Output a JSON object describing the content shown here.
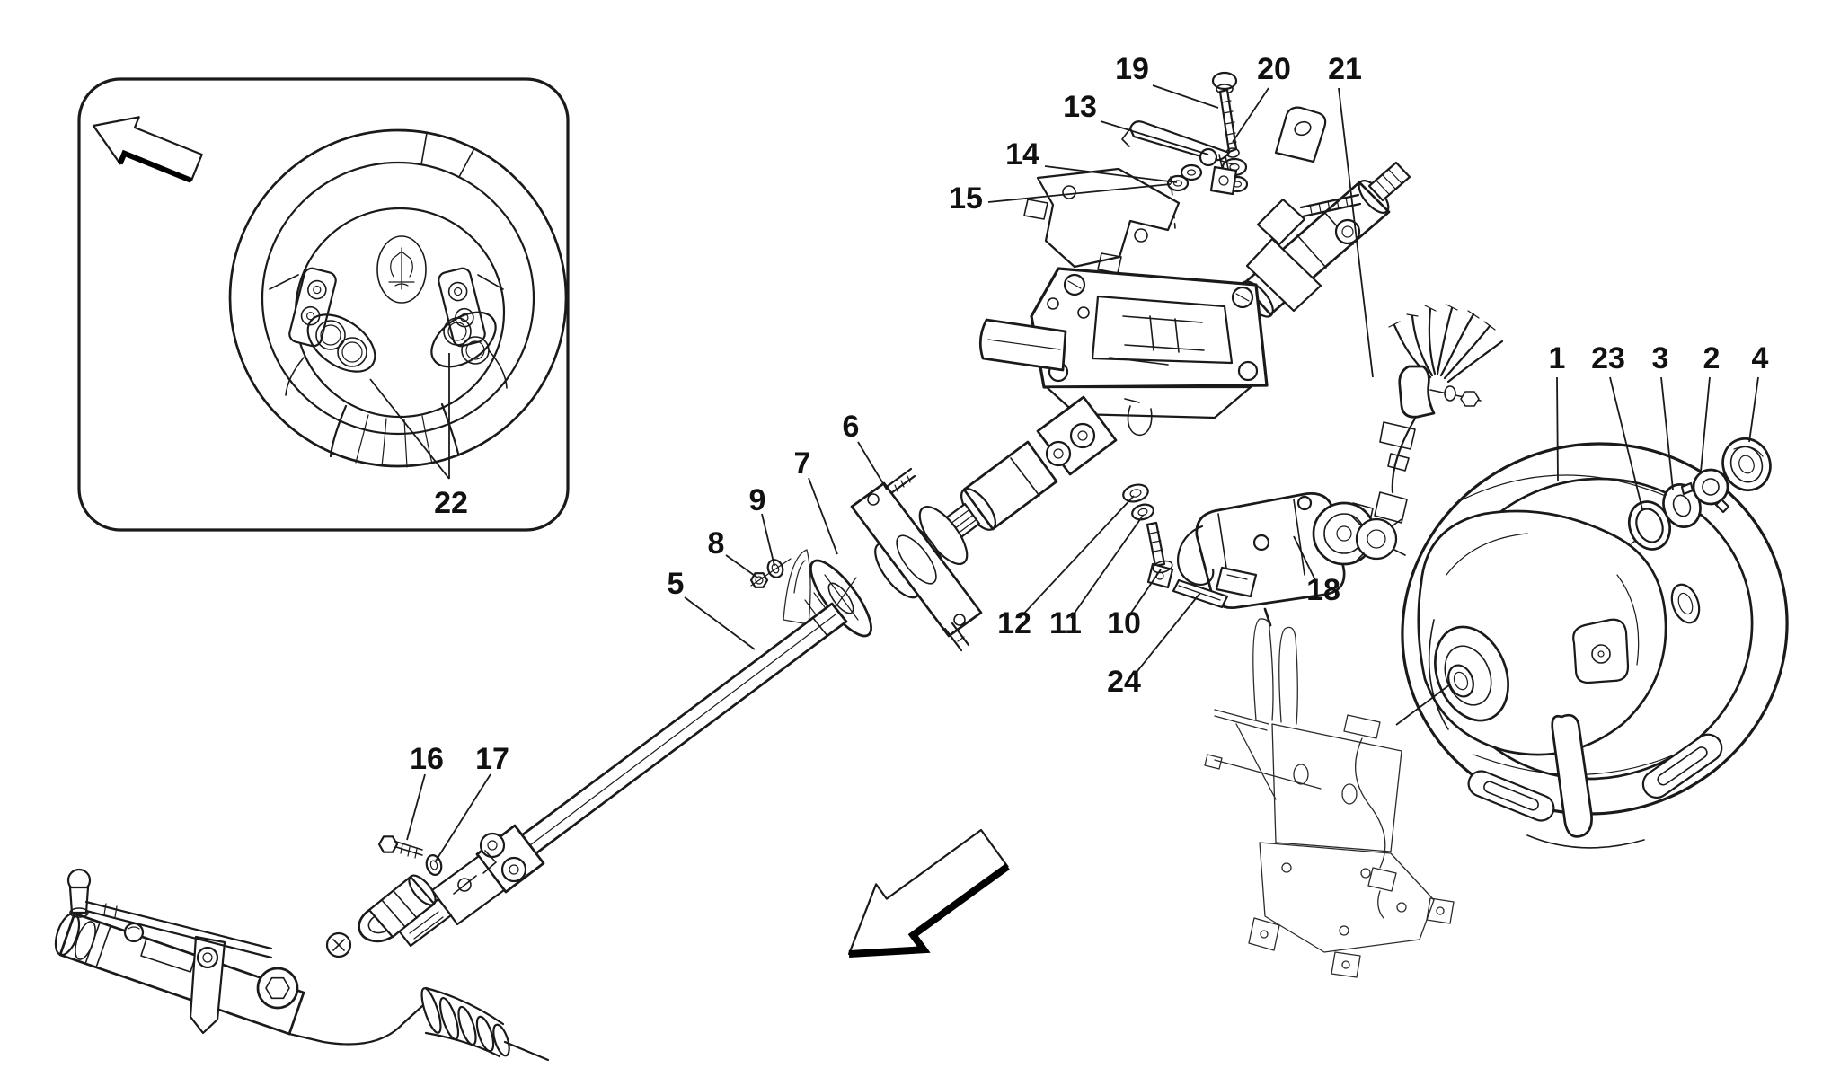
{
  "diagram": {
    "type": "exploded-parts-diagram",
    "subject": "steering-column-and-steering-wheel",
    "colors": {
      "line": "#1a1a1a",
      "background": "#ffffff"
    },
    "icons": {
      "inset_arrow": "arrow-up-left-icon",
      "main_arrow": "arrow-down-left-icon",
      "logo": "trident-logo"
    },
    "callouts": [
      {
        "label": "1"
      },
      {
        "label": "2"
      },
      {
        "label": "3"
      },
      {
        "label": "4"
      },
      {
        "label": "5"
      },
      {
        "label": "6"
      },
      {
        "label": "7"
      },
      {
        "label": "8"
      },
      {
        "label": "9"
      },
      {
        "label": "10"
      },
      {
        "label": "11"
      },
      {
        "label": "12"
      },
      {
        "label": "13"
      },
      {
        "label": "14"
      },
      {
        "label": "15"
      },
      {
        "label": "16"
      },
      {
        "label": "17"
      },
      {
        "label": "18"
      },
      {
        "label": "19"
      },
      {
        "label": "20"
      },
      {
        "label": "21"
      },
      {
        "label": "22"
      },
      {
        "label": "23"
      },
      {
        "label": "24"
      }
    ]
  }
}
